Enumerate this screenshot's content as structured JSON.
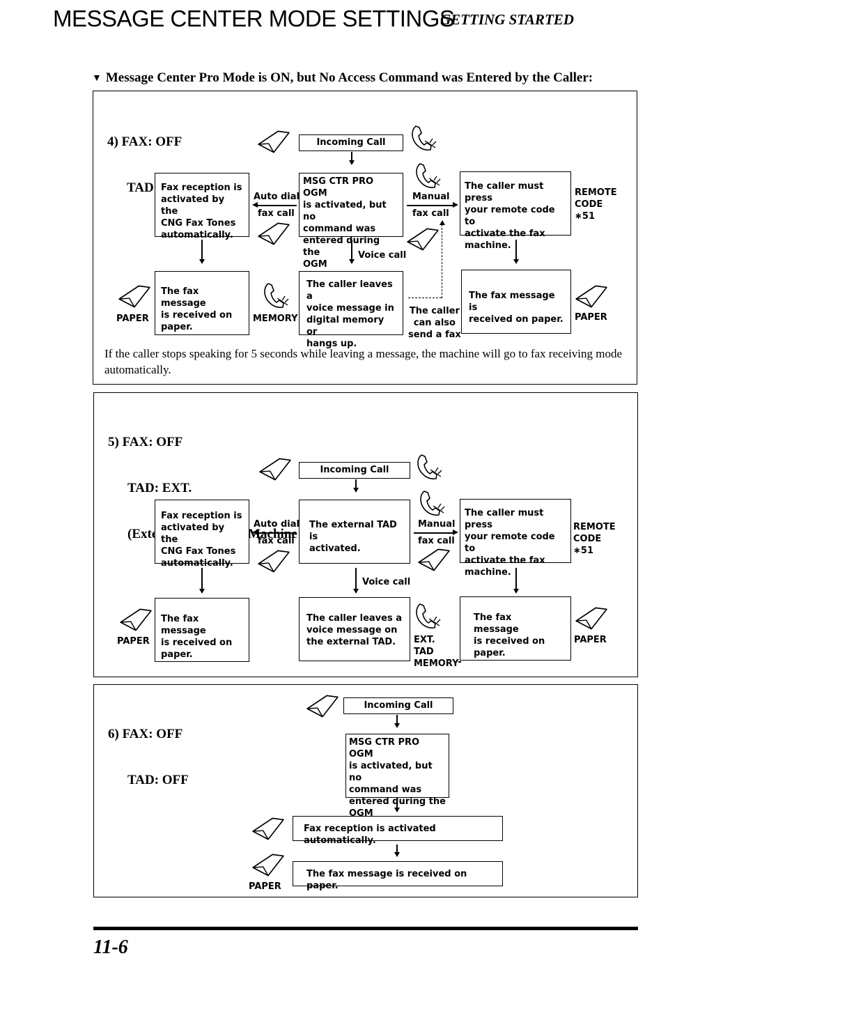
{
  "header": {
    "title": "MESSAGE CENTER MODE SETTINGS",
    "subtitle": "GETTING STARTED"
  },
  "condition": "Message Center Pro Mode is ON, but No Access Command was Entered by the Caller:",
  "p4": {
    "title1": "4) FAX: OFF",
    "title2": "TAD: ON",
    "incoming": "Incoming Call",
    "fax_box": [
      "Fax reception is",
      "activated by the",
      "CNG Fax Tones",
      "automatically."
    ],
    "auto_dial": "Auto dial",
    "fax_call": "fax call",
    "center_box": [
      "MSG CTR PRO OGM",
      "is activated, but no",
      "command was",
      "entered during the",
      "OGM"
    ],
    "manual": "Manual",
    "manual_fax_call": "fax call",
    "caller_box": [
      "The caller must press",
      "your remote code to",
      "activate the fax",
      "machine."
    ],
    "remote": [
      "REMOTE",
      "CODE",
      "∗51"
    ],
    "voice_call": "Voice call",
    "left_bottom": [
      "The fax message",
      "is received on",
      "paper."
    ],
    "paper_left": "PAPER",
    "memory": "MEMORY",
    "center_bottom": [
      "The caller leaves a",
      "voice message in",
      "digital memory or",
      "hangs up."
    ],
    "caller_also": [
      "The caller",
      "can also",
      "send a fax"
    ],
    "right_bottom": [
      "The fax message is",
      "received on paper."
    ],
    "paper_right": "PAPER",
    "note": "If the caller stops speaking for 5 seconds while leaving a message, the machine will go to fax receiving mode automatically."
  },
  "p5": {
    "title1": "5) FAX: OFF",
    "title2": "TAD: EXT.",
    "title3": "(External Answering Machine is ON.)",
    "incoming": "Incoming Call",
    "fax_box": [
      "Fax reception is",
      "activated by the",
      "CNG Fax Tones",
      "automatically."
    ],
    "auto_dial": "Auto dial",
    "fax_call": "fax call",
    "center_box": [
      "The external TAD is",
      "activated."
    ],
    "manual": "Manual",
    "manual_fax_call": "fax call",
    "caller_box": [
      "The caller must press",
      "your remote code to",
      "activate the fax",
      "machine."
    ],
    "remote": [
      "REMOTE",
      "CODE",
      "∗51"
    ],
    "voice_call": "Voice call",
    "left_bottom": [
      "The fax message",
      "is received on",
      "paper."
    ],
    "paper_left": "PAPER",
    "center_bottom": [
      "The caller leaves a",
      "voice message on",
      "the external TAD."
    ],
    "ext_tad": [
      "EXT.",
      "TAD",
      "MEMORY"
    ],
    "right_bottom": [
      "The fax message",
      "is received on",
      "paper."
    ],
    "paper_right": "PAPER"
  },
  "p6": {
    "title1": "6) FAX: OFF",
    "title2": "TAD: OFF",
    "incoming": "Incoming Call",
    "center_box": [
      "MSG CTR PRO OGM",
      "is activated, but no",
      "command was",
      "entered during the",
      "OGM"
    ],
    "fax_reception": "Fax reception is activated automatically.",
    "fax_message": "The fax message is received on paper.",
    "paper": "PAPER"
  },
  "footer": {
    "page": "11-6"
  }
}
